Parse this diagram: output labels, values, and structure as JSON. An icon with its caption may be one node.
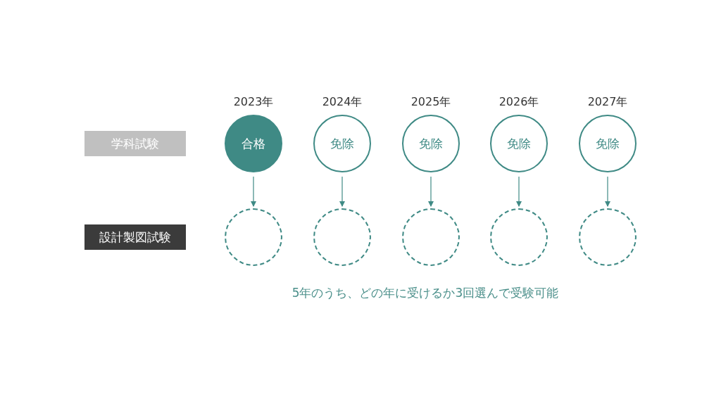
{
  "diagram": {
    "nodes": [
      {
        "text": [
          "学科試験"
        ]
      },
      {
        "text": [
          "設計製図試験"
        ]
      },
      {
        "text": [
          "合格"
        ],
        "beside": [
          "2023年"
        ]
      },
      {
        "text": [
          "免除"
        ],
        "beside": [
          "2024年"
        ]
      },
      {
        "text": [
          "免除"
        ],
        "beside": [
          "2025年"
        ]
      },
      {
        "text": [
          "免除"
        ],
        "beside": [
          "2026年"
        ]
      },
      {
        "text": [
          "免除"
        ],
        "beside": [
          "2027年"
        ]
      },
      {
        "text": [],
        "shape": "circle"
      },
      {
        "text": [],
        "shape": "circle"
      },
      {
        "text": [],
        "shape": "circle"
      },
      {
        "text": [],
        "shape": "circle"
      },
      {
        "text": [],
        "shape": "circle"
      }
    ],
    "edges": [
      {
        "from": 2,
        "to": 7,
        "arrow": "to"
      },
      {
        "from": 3,
        "to": 8,
        "arrow": "to"
      },
      {
        "from": 4,
        "to": 9,
        "arrow": "to"
      },
      {
        "from": 5,
        "to": 10,
        "arrow": "to"
      },
      {
        "from": 6,
        "to": 11,
        "arrow": "to"
      }
    ],
    "labels": [
      "5年のうち、どの年に受けるか3回選んで受験可能"
    ]
  }
}
